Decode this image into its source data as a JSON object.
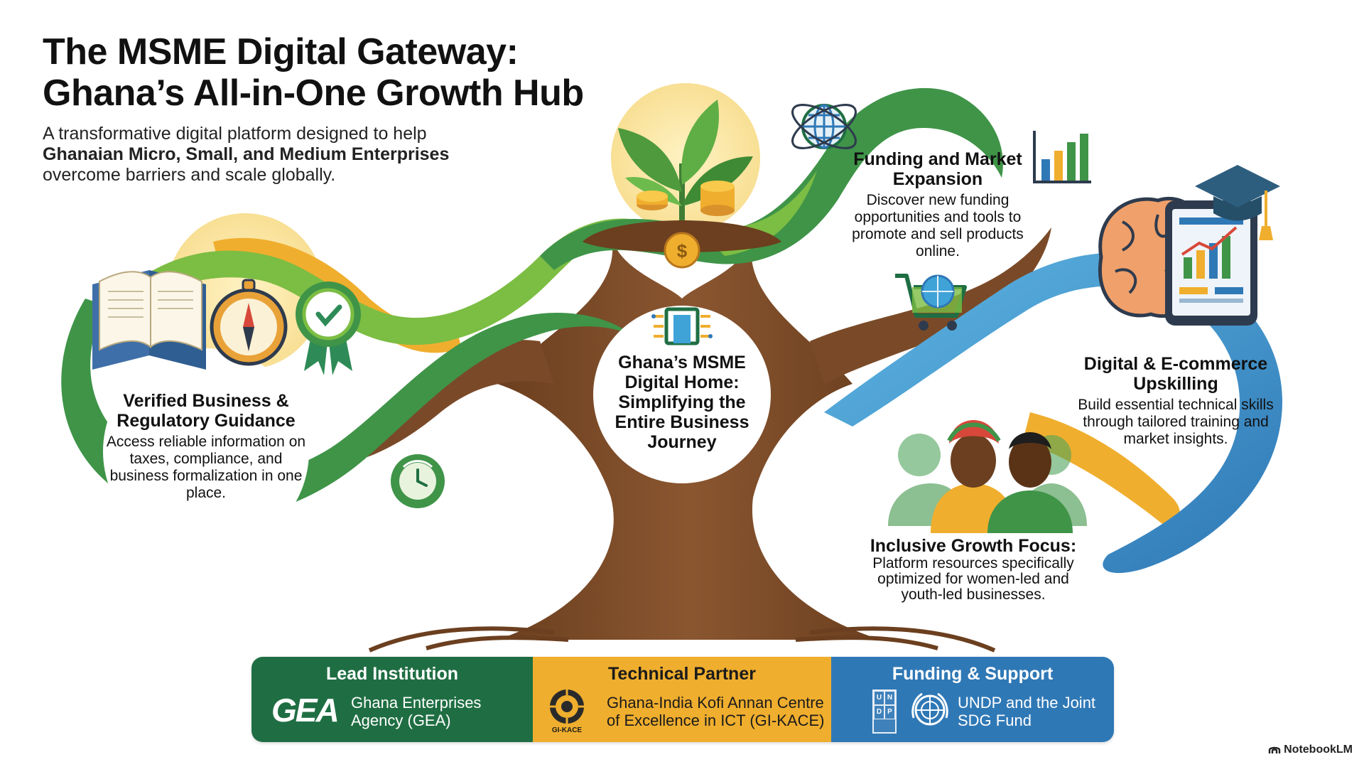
{
  "header": {
    "title_line1": "The MSME Digital Gateway:",
    "title_line2": "Ghana’s All-in-One Growth Hub",
    "subtitle_pre": "A transformative digital platform designed to help",
    "subtitle_bold": "Ghanaian Micro, Small, and Medium Enterprises",
    "subtitle_post": "overcome barriers and scale globally."
  },
  "center": {
    "heading": "Ghana’s MSME Digital Home: Simplifying the Entire Business Journey"
  },
  "cards": {
    "verified": {
      "heading": "Verified Business & Regulatory Guidance",
      "description": "Access reliable information on taxes, compliance, and business formalization in one place."
    },
    "funding": {
      "heading": "Funding and Market Expansion",
      "description": "Discover new funding opportunities and tools to promote and sell products online."
    },
    "digital": {
      "heading": "Digital & E-commerce Upskilling",
      "description": "Build essential technical skills through tailored training and market insights."
    },
    "inclusive": {
      "heading": "Inclusive Growth Focus:",
      "description": "Platform resources specifically optimized for women-led and youth-led businesses."
    }
  },
  "partners": {
    "lead": {
      "heading": "Lead Institution",
      "logo_text": "GEA",
      "name": "Ghana Enterprises Agency (GEA)"
    },
    "technical": {
      "heading": "Technical Partner",
      "logo_text": "GI-KACE",
      "name": "Ghana-India Kofi Annan Centre of Excellence in ICT (GI-KACE)"
    },
    "funding": {
      "heading": "Funding & Support",
      "logo_letters": [
        "U",
        "N",
        "D",
        "P"
      ],
      "name": "UNDP and the Joint SDG Fund"
    }
  },
  "brand": {
    "label": "NotebookLM"
  },
  "colors": {
    "green_dark": "#1f6e43",
    "green": "#3f9448",
    "green_light": "#7cbd43",
    "orange": "#f0ae2e",
    "blue": "#2f78b6",
    "blue_light": "#3fa3d8",
    "brown": "#7a4a28",
    "brown_dark": "#5b3519"
  },
  "icons": [
    "open-book-icon",
    "compass-icon",
    "check-badge-icon",
    "sprout-icon",
    "coins-icon",
    "globe-network-icon",
    "bar-chart-icon",
    "shopping-cart-globe-icon",
    "brain-icon",
    "graduation-cap-icon",
    "tablet-chart-icon",
    "people-icon",
    "clock-gear-icon",
    "circuit-door-icon"
  ]
}
